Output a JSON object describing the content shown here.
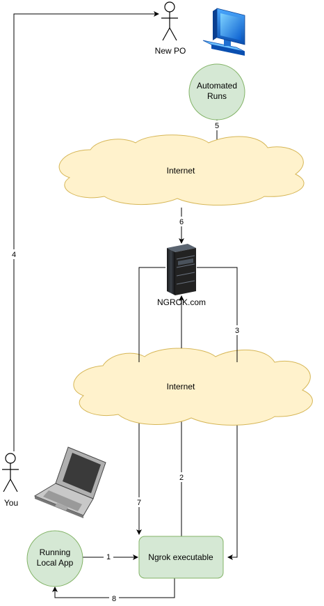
{
  "nodes": {
    "new_po": "New PO",
    "automated_runs_line1": "Automated",
    "automated_runs_line2": "Runs",
    "internet_top": "Internet",
    "ngrok_server": "NGROK.com",
    "internet_bottom": "Internet",
    "you": "You",
    "running_app_line1": "Running",
    "running_app_line2": "Local App",
    "ngrok_exe": "Ngrok executable"
  },
  "edges": {
    "e1": "1",
    "e2": "2",
    "e3": "3",
    "e4": "4",
    "e5": "5",
    "e6": "6",
    "e7": "7",
    "e8": "8"
  },
  "icons": {
    "monitor": "monitor-icon",
    "server": "server-icon",
    "laptop": "laptop-icon",
    "actor": "person-icon"
  },
  "colors": {
    "green_fill": "#d5e8d4",
    "green_stroke": "#82b366",
    "cloud_fill": "#fff2cc",
    "cloud_stroke": "#d6b656",
    "line": "#000000"
  }
}
